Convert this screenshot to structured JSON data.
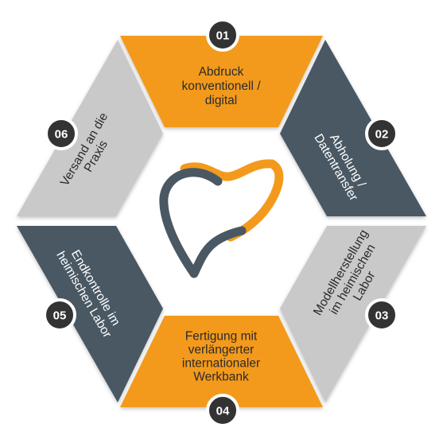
{
  "colors": {
    "orange": "#f39a1c",
    "slate": "#4a5863",
    "grey": "#c9c9c9",
    "badge": "#333333",
    "text_dark": "#2b2b2b",
    "text_light": "#ffffff",
    "background": "#ffffff"
  },
  "logo": {
    "icon": "tooth-icon"
  },
  "steps": [
    {
      "number": "01",
      "lines": [
        "Abdruck",
        "konventionell /",
        "digital"
      ]
    },
    {
      "number": "02",
      "lines": [
        "Abholung /",
        "Datentransfer"
      ]
    },
    {
      "number": "03",
      "lines": [
        "Modellherstellung",
        "im heimischen",
        "Labor"
      ]
    },
    {
      "number": "04",
      "lines": [
        "Fertigung mit",
        "verlängerter",
        "internationaler",
        "Werkbank"
      ]
    },
    {
      "number": "05",
      "lines": [
        "Endkontrolle im",
        "heimischen Labor"
      ]
    },
    {
      "number": "06",
      "lines": [
        "Versand an die",
        "Praxis"
      ]
    }
  ]
}
